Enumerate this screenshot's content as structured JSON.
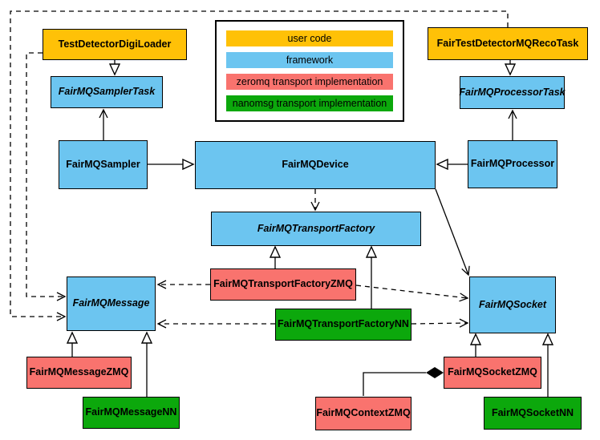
{
  "diagram": {
    "legend": {
      "items": [
        {
          "label": "user code",
          "color": "#FFC107"
        },
        {
          "label": "framework",
          "color": "#6CC5F0"
        },
        {
          "label": "zeromq transport implementation",
          "color": "#F9736E"
        },
        {
          "label": "nanomsg transport implementation",
          "color": "#0CA80C"
        }
      ]
    },
    "nodes": {
      "test_detector_digi_loader": {
        "label": "TestDetectorDigiLoader",
        "category": "user code",
        "color": "#FFC107",
        "abstract": false
      },
      "fair_test_detector_mq_reco_task": {
        "label": "FairTestDetectorMQRecoTask",
        "category": "user code",
        "color": "#FFC107",
        "abstract": false
      },
      "fairmq_sampler_task": {
        "label": "FairMQSamplerTask",
        "category": "framework",
        "color": "#6CC5F0",
        "abstract": true
      },
      "fairmq_processor_task": {
        "label": "FairMQProcessorTask",
        "category": "framework",
        "color": "#6CC5F0",
        "abstract": true
      },
      "fairmq_sampler": {
        "label": "FairMQSampler",
        "category": "framework",
        "color": "#6CC5F0",
        "abstract": false
      },
      "fairmq_device": {
        "label": "FairMQDevice",
        "category": "framework",
        "color": "#6CC5F0",
        "abstract": false
      },
      "fairmq_processor": {
        "label": "FairMQProcessor",
        "category": "framework",
        "color": "#6CC5F0",
        "abstract": false
      },
      "fairmq_transport_factory": {
        "label": "FairMQTransportFactory",
        "category": "framework",
        "color": "#6CC5F0",
        "abstract": true
      },
      "fairmq_transport_factory_zmq": {
        "label": "FairMQTransportFactoryZMQ",
        "category": "zeromq",
        "color": "#F9736E",
        "abstract": false
      },
      "fairmq_transport_factory_nn": {
        "label": "FairMQTransportFactoryNN",
        "category": "nanomsg",
        "color": "#0CA80C",
        "abstract": false
      },
      "fairmq_message": {
        "label": "FairMQMessage",
        "category": "framework",
        "color": "#6CC5F0",
        "abstract": true
      },
      "fairmq_socket": {
        "label": "FairMQSocket",
        "category": "framework",
        "color": "#6CC5F0",
        "abstract": true
      },
      "fairmq_message_zmq": {
        "label": "FairMQMessageZMQ",
        "category": "zeromq",
        "color": "#F9736E",
        "abstract": false
      },
      "fairmq_message_nn": {
        "label": "FairMQMessageNN",
        "category": "nanomsg",
        "color": "#0CA80C",
        "abstract": false
      },
      "fairmq_context_zmq": {
        "label": "FairMQContextZMQ",
        "category": "zeromq",
        "color": "#F9736E",
        "abstract": false
      },
      "fairmq_socket_zmq": {
        "label": "FairMQSocketZMQ",
        "category": "zeromq",
        "color": "#F9736E",
        "abstract": false
      },
      "fairmq_socket_nn": {
        "label": "FairMQSocketNN",
        "category": "nanomsg",
        "color": "#0CA80C",
        "abstract": false
      }
    },
    "edges": [
      {
        "from": "TestDetectorDigiLoader",
        "to": "FairMQSamplerTask",
        "relation": "inherits",
        "line": "solid"
      },
      {
        "from": "FairTestDetectorMQRecoTask",
        "to": "FairMQProcessorTask",
        "relation": "inherits",
        "line": "solid"
      },
      {
        "from": "FairMQSampler",
        "to": "FairMQDevice",
        "relation": "inherits",
        "line": "solid"
      },
      {
        "from": "FairMQProcessor",
        "to": "FairMQDevice",
        "relation": "inherits",
        "line": "solid"
      },
      {
        "from": "FairMQSampler",
        "to": "FairMQSamplerTask",
        "relation": "association",
        "line": "solid"
      },
      {
        "from": "FairMQProcessor",
        "to": "FairMQProcessorTask",
        "relation": "association",
        "line": "solid"
      },
      {
        "from": "FairMQDevice",
        "to": "FairMQSocket",
        "relation": "association",
        "line": "solid"
      },
      {
        "from": "FairMQDevice",
        "to": "FairMQTransportFactory",
        "relation": "dependency",
        "line": "dashed"
      },
      {
        "from": "TestDetectorDigiLoader",
        "to": "FairMQMessage",
        "relation": "dependency",
        "line": "dashed"
      },
      {
        "from": "FairTestDetectorMQRecoTask",
        "to": "FairMQMessage",
        "relation": "dependency",
        "line": "dashed"
      },
      {
        "from": "FairMQTransportFactoryZMQ",
        "to": "FairMQTransportFactory",
        "relation": "inherits",
        "line": "solid"
      },
      {
        "from": "FairMQTransportFactoryNN",
        "to": "FairMQTransportFactory",
        "relation": "inherits",
        "line": "solid"
      },
      {
        "from": "FairMQTransportFactoryZMQ",
        "to": "FairMQMessage",
        "relation": "dependency",
        "line": "dashed"
      },
      {
        "from": "FairMQTransportFactoryZMQ",
        "to": "FairMQSocket",
        "relation": "dependency",
        "line": "dashed"
      },
      {
        "from": "FairMQTransportFactoryNN",
        "to": "FairMQMessage",
        "relation": "dependency",
        "line": "dashed"
      },
      {
        "from": "FairMQTransportFactoryNN",
        "to": "FairMQSocket",
        "relation": "dependency",
        "line": "dashed"
      },
      {
        "from": "FairMQMessageZMQ",
        "to": "FairMQMessage",
        "relation": "inherits",
        "line": "solid"
      },
      {
        "from": "FairMQMessageNN",
        "to": "FairMQMessage",
        "relation": "inherits",
        "line": "solid"
      },
      {
        "from": "FairMQSocketZMQ",
        "to": "FairMQSocket",
        "relation": "inherits",
        "line": "solid"
      },
      {
        "from": "FairMQSocketNN",
        "to": "FairMQSocket",
        "relation": "inherits",
        "line": "solid"
      },
      {
        "from": "FairMQSocketZMQ",
        "to": "FairMQContextZMQ",
        "relation": "composition",
        "line": "solid"
      }
    ]
  }
}
